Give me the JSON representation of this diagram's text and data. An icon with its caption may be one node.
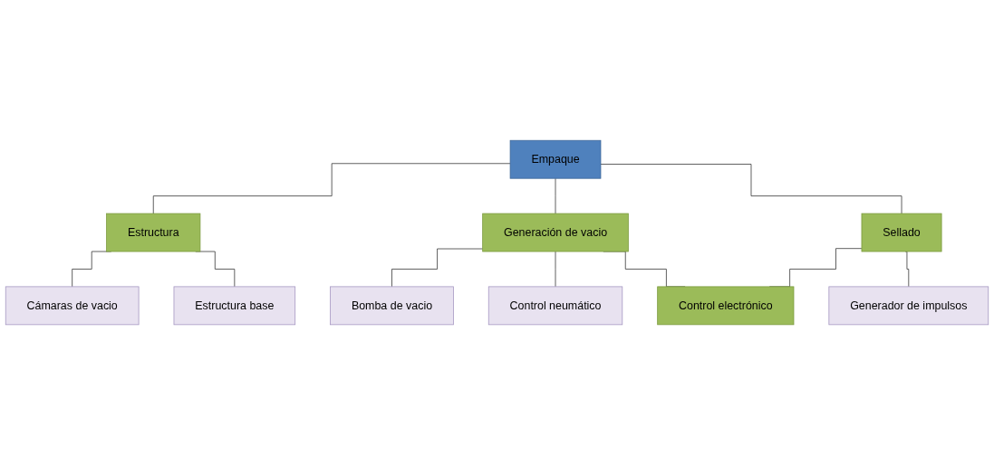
{
  "diagram": {
    "nodes": [
      {
        "text": [
          "Empaque"
        ]
      },
      {
        "text": [
          "Estructura"
        ]
      },
      {
        "text": [
          "Generación de vacio"
        ]
      },
      {
        "text": [
          "Sellado"
        ]
      },
      {
        "text": [
          "Cámaras de vacio"
        ]
      },
      {
        "text": [
          "Estructura base"
        ]
      },
      {
        "text": [
          "Bomba de vacio"
        ]
      },
      {
        "text": [
          "Control neumático"
        ]
      },
      {
        "text": [
          "Generador de impulsos"
        ]
      },
      {
        "text": [
          "Control electrónico"
        ]
      }
    ],
    "edges": [
      {
        "from": 0,
        "to": 1,
        "arrow": "none"
      },
      {
        "from": 0,
        "to": 2,
        "arrow": "none"
      },
      {
        "from": 0,
        "to": 3,
        "arrow": "none"
      },
      {
        "from": 1,
        "to": 4,
        "arrow": "none"
      },
      {
        "from": 1,
        "to": 5,
        "arrow": "none"
      },
      {
        "from": 2,
        "to": 6,
        "arrow": "none"
      },
      {
        "from": 2,
        "to": 7,
        "arrow": "none"
      },
      {
        "from": 3,
        "to": 8,
        "arrow": "none"
      },
      {
        "from": 2,
        "to": 9,
        "arrow": "none"
      },
      {
        "from": 3,
        "to": 9,
        "arrow": "none"
      }
    ]
  }
}
